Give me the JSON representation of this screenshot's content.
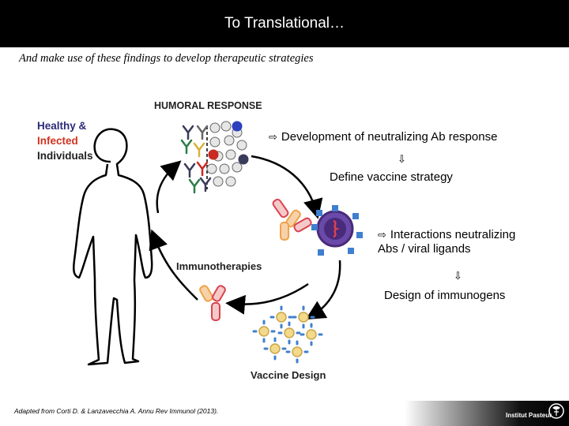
{
  "header": {
    "title": "To Translational…"
  },
  "subtitle": "And make use of these findings to develop therapeutic strategies",
  "labels": {
    "dev_neutralizing": "Development of neutralizing Ab response",
    "define_vaccine": "Define vaccine strategy",
    "interactions_line1": "Interactions neutralizing",
    "interactions_line2": "Abs / viral ligands",
    "design_immunogens": "Design of immunogens"
  },
  "figure": {
    "humoral_response": "HUMORAL RESPONSE",
    "healthy": "Healthy &",
    "infected": "Infected",
    "individuals": "Individuals",
    "immunotherapies": "Immunotherapies",
    "vaccine_design": "Vaccine Design"
  },
  "citation": "Adapted from Corti D. & Lanzavecchia A. Annu Rev Immunol (2013).",
  "footer": {
    "institute": "Institut Pasteur"
  },
  "colors": {
    "header_bg": "#000000",
    "healthy": "#2b2b7a",
    "infected": "#d1321f",
    "individuals": "#222222",
    "antibody_red": "#d9434f",
    "antibody_orange": "#f0a24a",
    "virus_blue": "#3f7fcf",
    "virus_core": "#4a2a7a",
    "vaccine_yellow": "#f3d98a"
  },
  "icons": {
    "hollow_arrow": "⇨",
    "down_arrow": "⇩"
  }
}
